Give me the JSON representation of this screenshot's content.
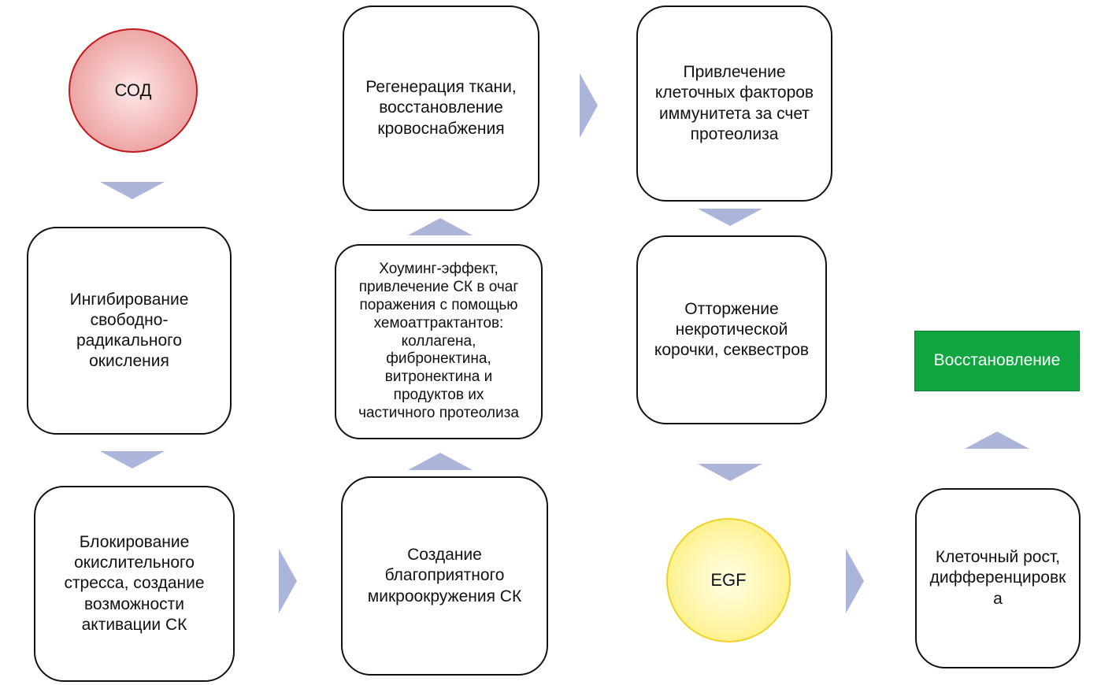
{
  "colors": {
    "arrow": "#aab5d9",
    "sod_circle_border": "#c0181c",
    "sod_circle_fill": "#f2b3b3",
    "egf_circle_border": "#f0d12a",
    "egf_circle_fill": "#fff5a8",
    "recovery_fill": "#0fa640",
    "recovery_text": "#ffffff"
  },
  "nodes": {
    "sod": "СОД",
    "inhibition": "Ингибирование\nсвободно-\nрадикального\nокисления",
    "blocking": "Блокирование\nокислительного\nстресса, создание\nвозможности\nактивации СК",
    "microenvironment": "Создание\nблагоприятного\nмикроокружения СК",
    "homing": "Хоуминг-эффект,\nпривлечение СК в очаг\nпоражения с помощью\nхемоаттрактантов:\nколлагена,\nфибронектина,\nвитронектина и\nпродуктов их\nчастичного протеолиза",
    "regeneration": "Регенерация ткани,\nвосстановление\nкровоснабжения",
    "immunity": "Привлечение\nклеточных факторов\nиммунитета за счет\nпротеолиза",
    "rejection": "Отторжение\nнекротической\nкорочки, секвестров",
    "egf": "EGF",
    "growth": "Клеточный рост,\nдифференцировк\nа",
    "recovery": "Восстановление"
  }
}
